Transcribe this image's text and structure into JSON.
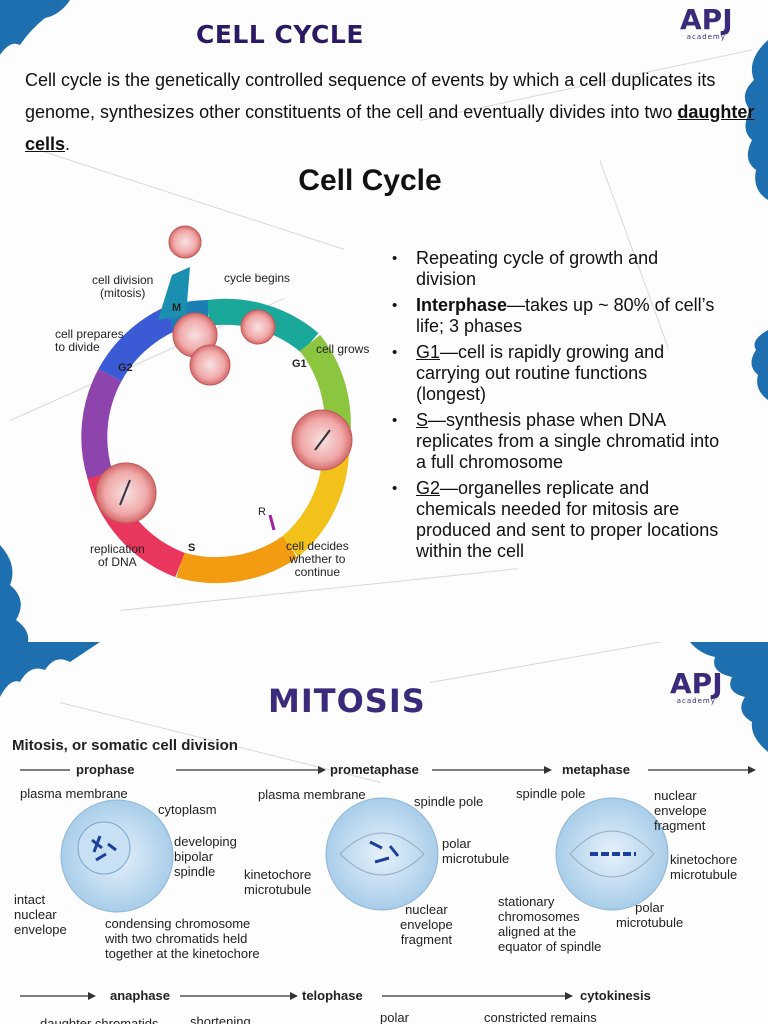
{
  "slide1": {
    "title": "CELL CYCLE",
    "logo": {
      "text": "APJ",
      "sub": "academy"
    },
    "intro": {
      "before": "Cell cycle is the genetically controlled sequence of events by which a cell duplicates its genome, synthesizes other constituents of the cell and eventually divides into two ",
      "bold": "daughter cells",
      "after": "."
    },
    "figure_title": "Cell Cycle",
    "diagram": {
      "labels": {
        "cell_division": "cell division\n(mitosis)",
        "cycle_begins": "cycle begins",
        "cell_prepares": "cell prepares\nto divide",
        "cell_grows": "cell grows",
        "replication": "replication\nof DNA",
        "cell_decides": "cell decides\nwhether to\ncontinue"
      },
      "phases": {
        "M": "M",
        "G1": "G1",
        "G2": "G2",
        "S": "S",
        "R": "R"
      }
    },
    "bullets": [
      {
        "term": "",
        "text": "Repeating cycle of growth and division"
      },
      {
        "term": "Interphase",
        "text": "—takes up ~ 80% of cell’s life; 3 phases"
      },
      {
        "term": "G1",
        "text": "—cell is rapidly growing and carrying out routine functions (longest)"
      },
      {
        "term": "S",
        "text": "—synthesis phase when DNA replicates from a single chromatid into a full chromosome"
      },
      {
        "term": "G2",
        "text": "—organelles replicate and chemicals needed for mitosis are produced and sent to proper locations within the cell"
      }
    ]
  },
  "slide2": {
    "title": "MITOSIS",
    "logo": {
      "text": "APJ",
      "sub": "academy"
    },
    "heading": "Mitosis, or somatic cell division",
    "phases_row1": [
      "prophase",
      "prometaphase",
      "metaphase"
    ],
    "phases_row2": [
      "anaphase",
      "telophase",
      "cytokinesis"
    ],
    "labels": {
      "plasma_membrane_1": "plasma membrane",
      "cytoplasm": "cytoplasm",
      "developing_spindle": "developing\nbipolar\nspindle",
      "intact_envelope": "intact\nnuclear\nenvelope",
      "condensing": "condensing chromosome\nwith two chromatids held\ntogether at the kinetochore",
      "plasma_membrane_2": "plasma membrane",
      "spindle_pole_1": "spindle pole",
      "polar_microtubule_1": "polar\nmicrotubule",
      "kinetochore_microtubule_1": "kinetochore\nmicrotubule",
      "envelope_fragment_1": "nuclear\nenvelope\nfragment",
      "spindle_pole_2": "spindle pole",
      "envelope_fragment_2": "nuclear\nenvelope\nfragment",
      "kinetochore_microtubule_2": "kinetochore\nmicrotubule",
      "stationary": "stationary\nchromosomes\naligned at the\nequator of spindle",
      "polar_microtubule_2": "polar\nmicrotubule",
      "row2_a": "daughter chromatids",
      "row2_b": "shortening",
      "row2_c": "polar",
      "row2_d": "constricted remains"
    }
  }
}
